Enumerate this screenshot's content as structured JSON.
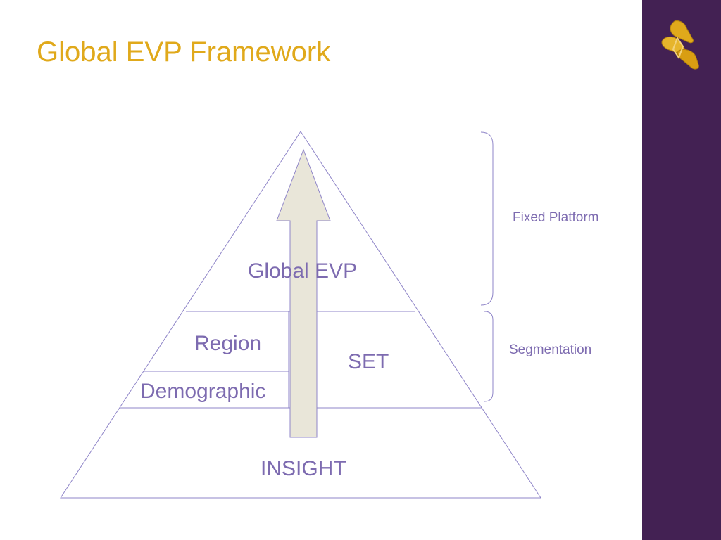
{
  "slide": {
    "title": "Global EVP Framework"
  },
  "diagram": {
    "tiers": {
      "global_evp": "Global EVP",
      "region": "Region",
      "demographic": "Demographic",
      "set": "SET",
      "insight": "INSIGHT"
    },
    "brackets": {
      "fixed_platform": "Fixed Platform",
      "segmentation": "Segmentation"
    }
  },
  "colors": {
    "title": "#e0a91b",
    "sidebar": "#432153",
    "lines": "#8f85c8",
    "labels": "#7d6bb0",
    "arrow_fill": "#e9e6d9",
    "arrow_stroke": "#8f85c8",
    "logo": "#e0a91b"
  },
  "icons": {
    "logo": "astrazeneca-logo-icon"
  }
}
